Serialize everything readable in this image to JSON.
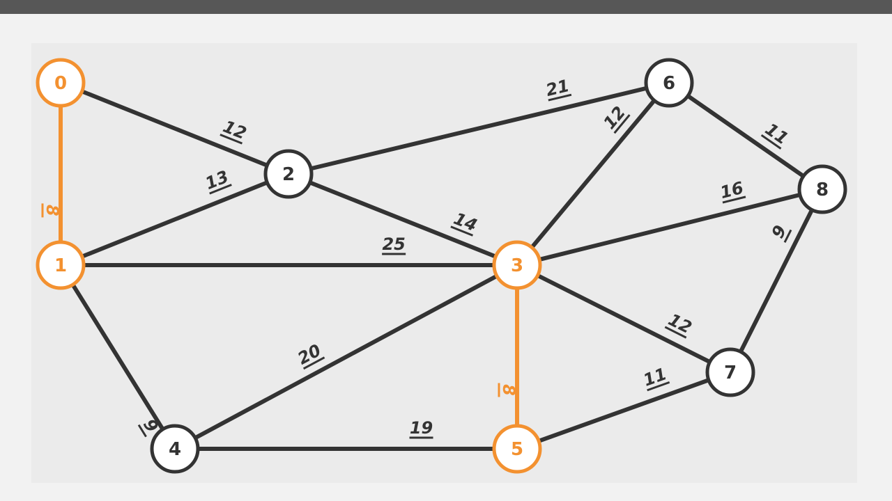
{
  "colors": {
    "default": "#333333",
    "highlight": "#f39130",
    "node_fill": "#ffffff"
  },
  "nodes": [
    {
      "id": "0",
      "label": "0",
      "highlighted": true
    },
    {
      "id": "1",
      "label": "1",
      "highlighted": true
    },
    {
      "id": "2",
      "label": "2",
      "highlighted": false
    },
    {
      "id": "3",
      "label": "3",
      "highlighted": true
    },
    {
      "id": "4",
      "label": "4",
      "highlighted": false
    },
    {
      "id": "5",
      "label": "5",
      "highlighted": true
    },
    {
      "id": "6",
      "label": "6",
      "highlighted": false
    },
    {
      "id": "7",
      "label": "7",
      "highlighted": false
    },
    {
      "id": "8",
      "label": "8",
      "highlighted": false
    }
  ],
  "edges": [
    {
      "from": "0",
      "to": "1",
      "weight": "8",
      "highlighted": true
    },
    {
      "from": "0",
      "to": "2",
      "weight": "12",
      "highlighted": false
    },
    {
      "from": "1",
      "to": "2",
      "weight": "13",
      "highlighted": false
    },
    {
      "from": "1",
      "to": "3",
      "weight": "25",
      "highlighted": false
    },
    {
      "from": "1",
      "to": "4",
      "weight": "9",
      "highlighted": false
    },
    {
      "from": "2",
      "to": "3",
      "weight": "14",
      "highlighted": false
    },
    {
      "from": "2",
      "to": "6",
      "weight": "21",
      "highlighted": false
    },
    {
      "from": "3",
      "to": "4",
      "weight": "20",
      "highlighted": false
    },
    {
      "from": "3",
      "to": "5",
      "weight": "8",
      "highlighted": true
    },
    {
      "from": "3",
      "to": "6",
      "weight": "12",
      "highlighted": false
    },
    {
      "from": "3",
      "to": "7",
      "weight": "12",
      "highlighted": false
    },
    {
      "from": "3",
      "to": "8",
      "weight": "16",
      "highlighted": false
    },
    {
      "from": "4",
      "to": "5",
      "weight": "19",
      "highlighted": false
    },
    {
      "from": "5",
      "to": "7",
      "weight": "11",
      "highlighted": false
    },
    {
      "from": "6",
      "to": "8",
      "weight": "11",
      "highlighted": false
    },
    {
      "from": "7",
      "to": "8",
      "weight": "9",
      "highlighted": false
    }
  ]
}
